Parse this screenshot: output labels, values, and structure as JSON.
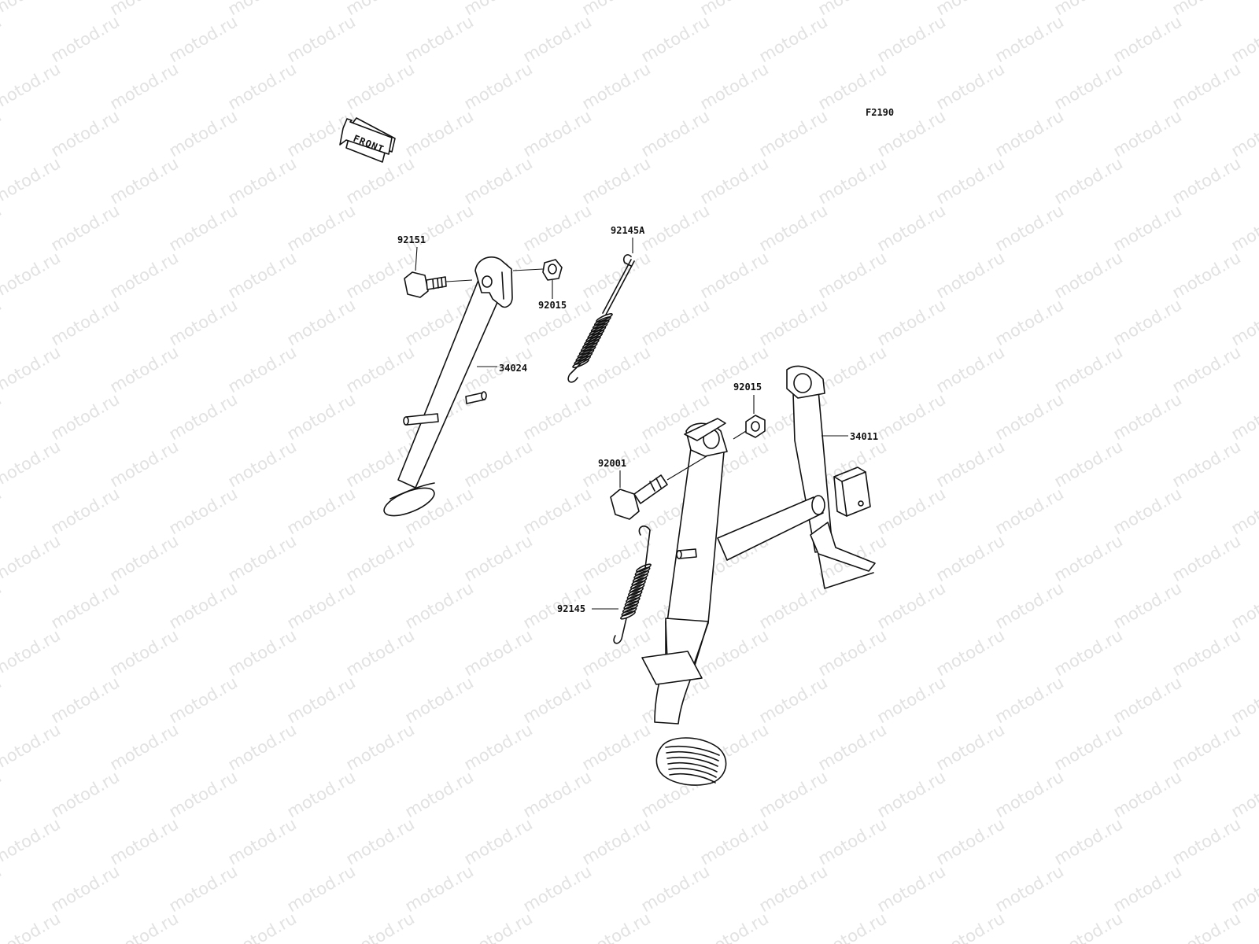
{
  "watermark": "motod.ru",
  "figure_code": "F2190",
  "front_arrow_label": "FRONT",
  "parts": {
    "bolt_92151": "92151",
    "nut_92015_side": "92015",
    "spring_92145A": "92145A",
    "side_stand_34024": "34024",
    "nut_92015_center": "92015",
    "center_stand_34011": "34011",
    "bolt_92001": "92001",
    "spring_92145": "92145"
  }
}
